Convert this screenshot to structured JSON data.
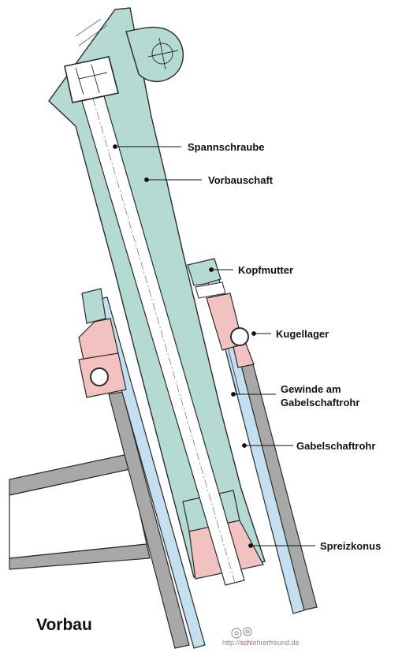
{
  "title": "Vorbau",
  "labels": {
    "spannschraube": "Spannschraube",
    "vorbauschaft": "Vorbauschaft",
    "kopfmutter": "Kopfmutter",
    "kugellager": "Kugellager",
    "gewinde_line1": "Gewinde am",
    "gewinde_line2": "Gabelschaftrohr",
    "gabelschaftrohr": "Gabelschaftrohr",
    "spreizkonus": "Spreizkonus"
  },
  "watermark": {
    "prefix": "http://",
    "brand_red": "sch",
    "brand_rest": "lehrerfreund.de"
  },
  "colors": {
    "stem": "#b5d9d3",
    "fork_tube": "#c4dff0",
    "bearing_parts": "#f1c2c0",
    "frame": "#a8a8a8",
    "outline": "#2a2a2a",
    "background": "#ffffff"
  },
  "icons": [
    "gear-icon",
    "crosshair-icon"
  ]
}
